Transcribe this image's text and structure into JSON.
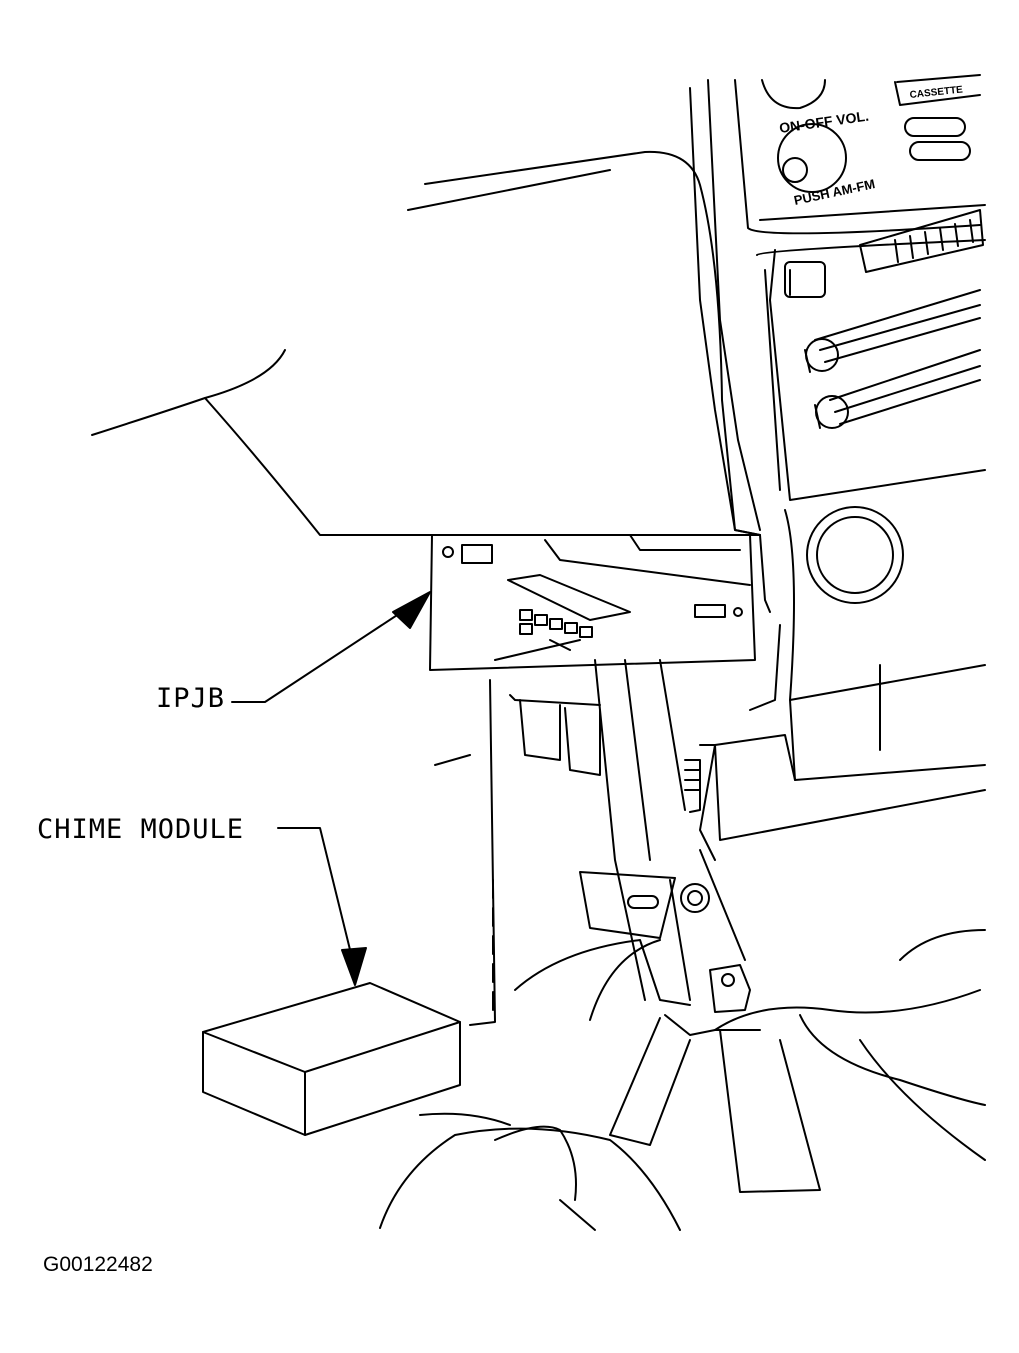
{
  "labels": {
    "ipjb": "IPJB",
    "chime_module": "CHIME MODULE"
  },
  "radio": {
    "on_off_vol": "ON-OFF VOL.",
    "push_am_fm": "PUSH AM-FM",
    "cassette": "CASSETTE"
  },
  "figure_id": "G00122482"
}
